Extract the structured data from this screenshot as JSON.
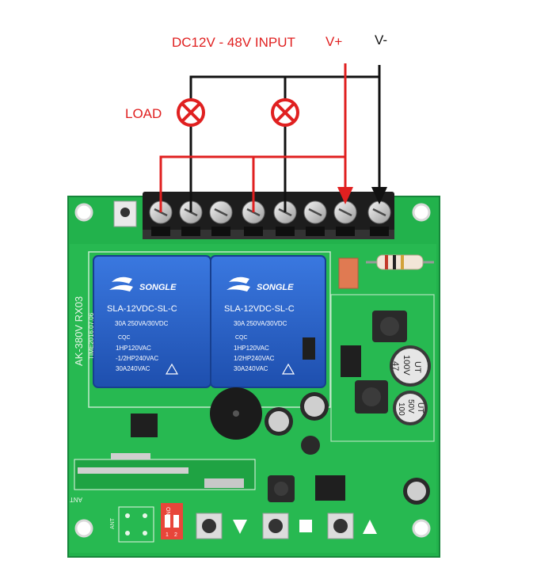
{
  "diagram": {
    "title": "DC12V - 48V INPUT",
    "v_plus": "V+",
    "v_minus": "V-",
    "load_label": "LOAD"
  },
  "board": {
    "model": "AK-380V RX03",
    "time_code": "TIME2016.07.06",
    "antenna_label": "ANT",
    "dip_on": "ON",
    "dip_1": "1",
    "dip_2": "2",
    "ant_label": "ANT",
    "relays": [
      {
        "brand": "SONGLE",
        "model": "SLA-12VDC-SL-C",
        "line1": "30A 250VA/30VDC",
        "line2": "1HP120VAC",
        "line3": "-1/2HP240VAC",
        "line4": "30A240VAC",
        "cqc": "CQC"
      },
      {
        "brand": "SONGLE",
        "model": "SLA-12VDC-SL-C",
        "line1": "30A 250VA/30VDC",
        "line2": "1HP120VAC",
        "line3": "1/2HP240VAC",
        "line4": "30A240VAC",
        "cqc": "CQC"
      }
    ],
    "cap1": {
      "a": "47",
      "b": "100V",
      "c": "UT"
    },
    "cap2": {
      "a": "100",
      "b": "50V",
      "c": "UT"
    }
  },
  "colors": {
    "positive_wire": "#e02020",
    "negative_wire": "#111111",
    "pcb": "#22b24c",
    "relay": "#2a63c9"
  }
}
